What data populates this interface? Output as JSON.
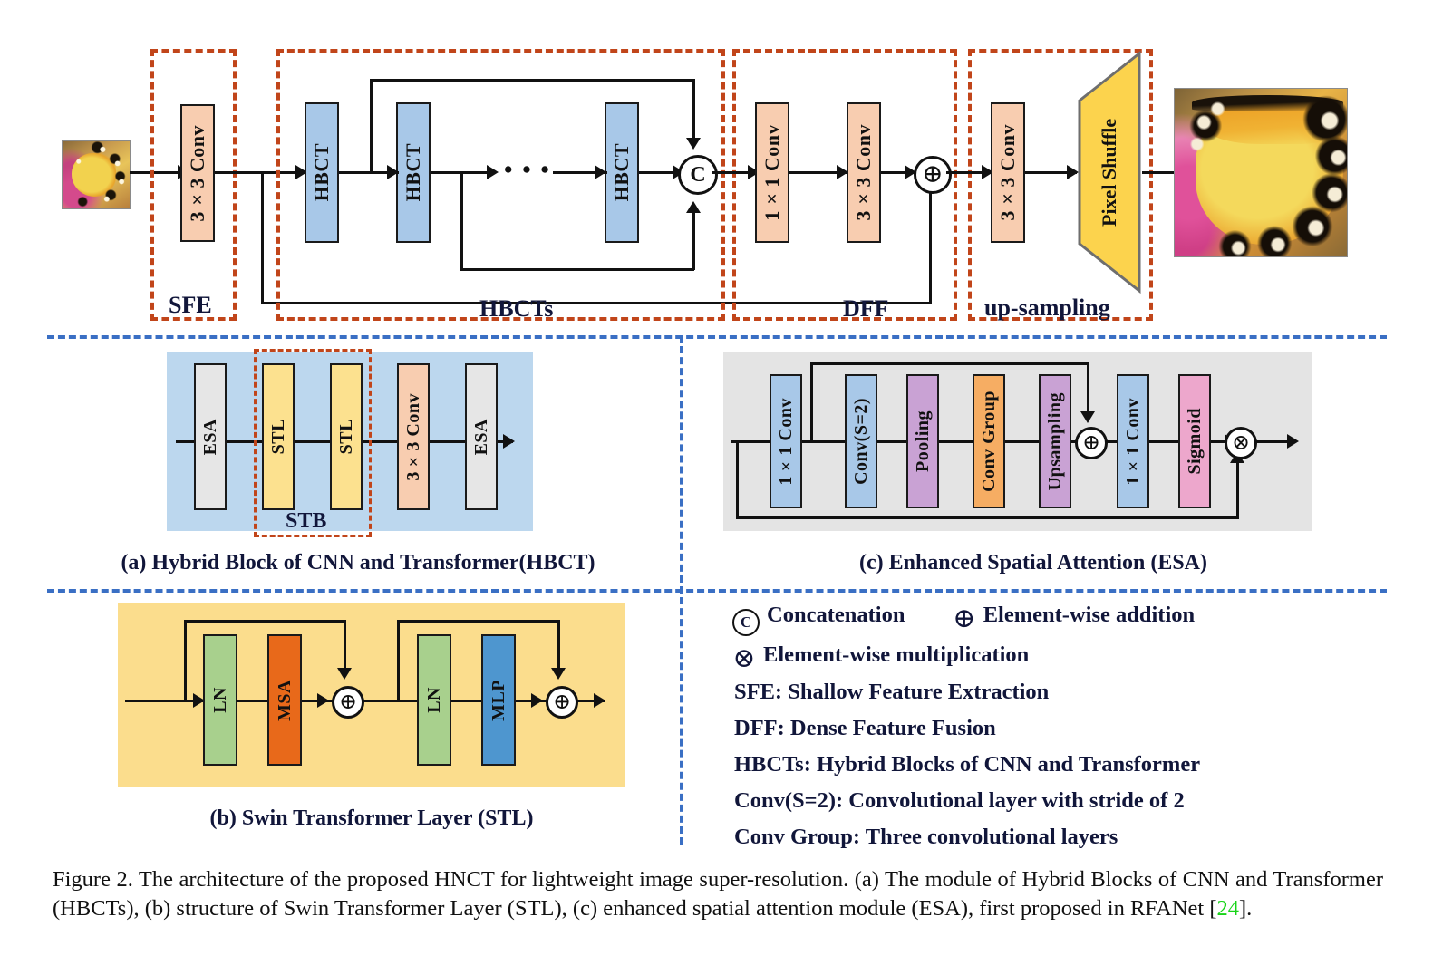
{
  "figure": {
    "caption_prefix": "Figure 2.",
    "caption_body": " The architecture of the proposed HNCT for lightweight image super-resolution. (a) The module of Hybrid Blocks of CNN and Transformer (HBCTs), (b) structure of Swin Transformer Layer (STL), (c) enhanced spatial attention module (ESA), first proposed in RFANet [",
    "caption_cite": "24",
    "caption_suffix": "]."
  },
  "colors": {
    "conv_peach": "#f8cdb0",
    "hbct_blue": "#a8c8e8",
    "stl_yellow": "#fce18f",
    "esa_gray": "#e6e6e6",
    "pixel_shuffle_yellow": "#fcd34d",
    "purple": "#c9a2d4",
    "orange": "#f6ad63",
    "pink": "#eda7cc",
    "green": "#a8d08d",
    "msa_orange": "#e8691a",
    "mlp_blue": "#4e96cf",
    "panel_blue_bg": "#bcd7ee",
    "panel_yellow_bg": "#fbdd8d",
    "panel_gray_bg": "#e4e4e4",
    "dash_orange": "#c1451a",
    "dash_blue": "#3a6fc4",
    "line_black": "#111111",
    "cite_green": "#17d417"
  },
  "pipeline": {
    "input_image_name": "low-resolution-butterfly-input",
    "output_image_name": "super-resolved-butterfly-output",
    "groups": [
      {
        "id": "sfe",
        "label": "SFE"
      },
      {
        "id": "hbcts",
        "label": "HBCTs"
      },
      {
        "id": "dff",
        "label": "DFF"
      },
      {
        "id": "upsampling",
        "label": "up-sampling"
      }
    ],
    "sfe_blocks": [
      {
        "label": "3×3 Conv"
      }
    ],
    "hbct_blocks": [
      {
        "label": "HBCT"
      },
      {
        "label": "HBCT"
      },
      {
        "label": "HBCT"
      }
    ],
    "hbct_ellipsis": "•  •  •",
    "dff_blocks": [
      {
        "label": "1×1 Conv"
      },
      {
        "label": "3×3 Conv"
      }
    ],
    "upsampling_blocks": [
      {
        "label": "3×3 Conv"
      },
      {
        "label": "Pixel Shuffle"
      }
    ],
    "concat_symbol": "C",
    "add_symbol": "⊕"
  },
  "panel_a": {
    "caption": "(a) Hybrid Block of CNN and Transformer(HBCT)",
    "inner_group_label": "STB",
    "blocks": [
      {
        "label": "ESA",
        "color": "esa_gray"
      },
      {
        "label": "STL",
        "color": "stl_yellow"
      },
      {
        "label": "STL",
        "color": "stl_yellow"
      },
      {
        "label": "3×3 Conv",
        "color": "conv_peach"
      },
      {
        "label": "ESA",
        "color": "esa_gray"
      }
    ]
  },
  "panel_b": {
    "caption": "(b) Swin Transformer Layer (STL)",
    "blocks": [
      {
        "label": "LN",
        "color": "green"
      },
      {
        "label": "MSA",
        "color": "msa_orange"
      },
      {
        "label": "LN",
        "color": "green"
      },
      {
        "label": "MLP",
        "color": "mlp_blue"
      }
    ],
    "add_symbol": "⊕"
  },
  "panel_c": {
    "caption": "(c) Enhanced Spatial Attention (ESA)",
    "blocks": [
      {
        "label": "1×1 Conv",
        "color": "hbct_blue"
      },
      {
        "label": "Conv(S=2)",
        "color": "hbct_blue"
      },
      {
        "label": "Pooling",
        "color": "purple"
      },
      {
        "label": "Conv Group",
        "color": "orange"
      },
      {
        "label": "Upsampling",
        "color": "purple"
      },
      {
        "label": "1×1 Conv",
        "color": "hbct_blue"
      },
      {
        "label": "Sigmoid",
        "color": "pink"
      }
    ],
    "add_symbol": "⊕",
    "mul_symbol": "⊗"
  },
  "legend": {
    "rows": [
      {
        "icon": "concatenation-icon",
        "glyph": "C",
        "text": "Concatenation",
        "icon2": "element-wise-addition-icon",
        "glyph2": "⊕",
        "text2": "Element-wise addition"
      },
      {
        "icon": "element-wise-multiplication-icon",
        "glyph": "⊗",
        "text": "Element-wise multiplication"
      }
    ],
    "definitions": [
      "SFE: Shallow Feature Extraction",
      "DFF: Dense Feature Fusion",
      "HBCTs: Hybrid Blocks of CNN and Transformer",
      "Conv(S=2): Convolutional layer with stride of 2",
      "Conv Group: Three convolutional layers"
    ]
  }
}
